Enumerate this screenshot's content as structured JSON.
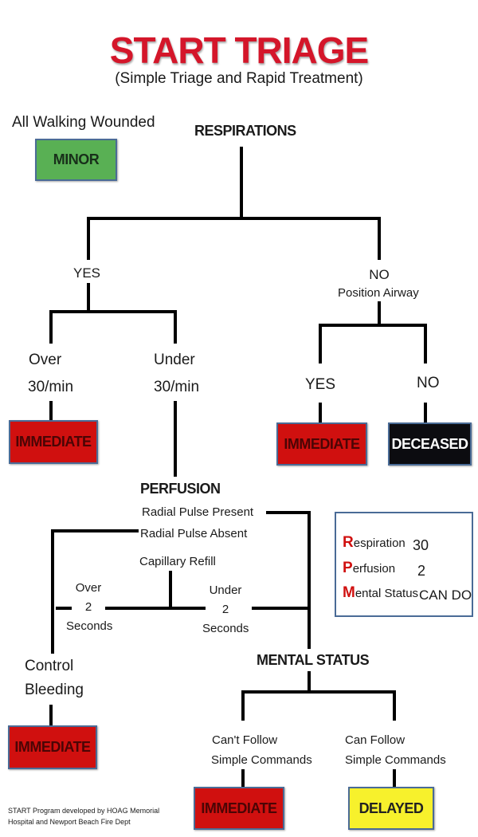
{
  "title": "START TRIAGE",
  "subtitle": "(Simple Triage and Rapid Treatment)",
  "walking": {
    "label": "All Walking Wounded",
    "box": "MINOR"
  },
  "respirations": {
    "heading": "RESPIRATIONS",
    "yes": "YES",
    "no": "NO",
    "no_action": "Position Airway",
    "over_1": "Over",
    "over_2": "30/min",
    "under_1": "Under",
    "under_2": "30/min",
    "over_box": "IMMEDIATE",
    "airway_yes": "YES",
    "airway_no": "NO",
    "airway_yes_box": "IMMEDIATE",
    "airway_no_box": "DECEASED"
  },
  "perfusion": {
    "heading": "PERFUSION",
    "pulse_present": "Radial Pulse Present",
    "pulse_absent": "Radial Pulse Absent",
    "cap_refill": "Capillary Refill",
    "over_1": "Over",
    "over_2": "2",
    "over_3": "Seconds",
    "under_1": "Under",
    "under_2": "2",
    "under_3": "Seconds",
    "control_1": "Control",
    "control_2": "Bleeding",
    "control_box": "IMMEDIATE"
  },
  "mental": {
    "heading": "MENTAL STATUS",
    "cant_1": "Can't Follow",
    "cant_2": "Simple Commands",
    "can_1": "Can Follow",
    "can_2": "Simple Commands",
    "cant_box": "IMMEDIATE",
    "can_box": "DELAYED"
  },
  "rpm": [
    {
      "letter": "R",
      "rest": "espiration",
      "value": "30"
    },
    {
      "letter": "P",
      "rest": "erfusion",
      "value": "2"
    },
    {
      "letter": "M",
      "rest": "ental Status",
      "value": "CAN DO"
    }
  ],
  "footer": "START Program developed by HOAG Memorial Hospital and Newport Beach Fire Dept",
  "colors": {
    "immediate": "#d0100f",
    "minor": "#59b054",
    "deceased": "#0c0c10",
    "delayed": "#f7f12c",
    "title": "#d4162a"
  }
}
